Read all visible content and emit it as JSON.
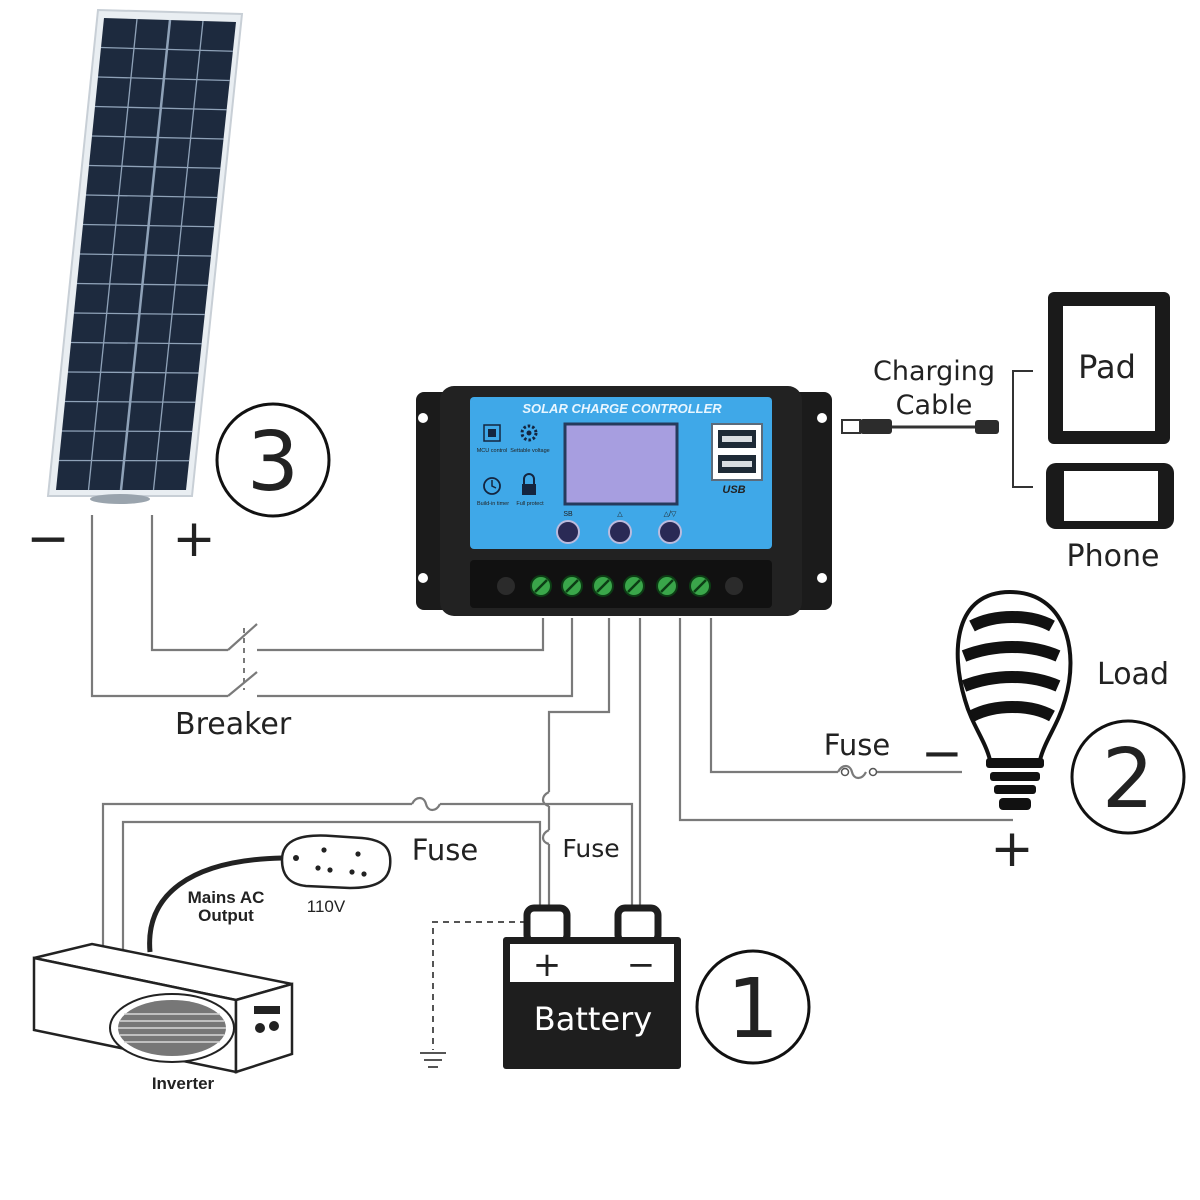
{
  "colors": {
    "wire": "#7a7a7a",
    "controller_body": "#1b1b1b",
    "controller_face": "#3fa8e8",
    "terminal": "#3aa64a",
    "solar_cell": "#1d2a3e",
    "battery": "#1e1e1e"
  },
  "icons": {
    "mcu": "chip-icon",
    "settable": "gear-icon",
    "timer": "clock-icon",
    "protect": "lock-icon"
  },
  "controller": {
    "title": "SOLAR CHARGE CONTROLLER",
    "icon_labels": {
      "mcu": "MCU control",
      "settable": "Settable voltage",
      "timer": "Build-in timer",
      "protect": "Full protect"
    },
    "buttons": [
      "SB",
      "△",
      "△/▽"
    ],
    "usb_label": "USB"
  },
  "labels": {
    "marker_1": "1",
    "marker_2": "2",
    "marker_3": "3",
    "panel_minus": "−",
    "panel_plus": "+",
    "breaker": "Breaker",
    "charging_cable_line1": "Charging",
    "charging_cable_line2": "Cable",
    "pad": "Pad",
    "phone": "Phone",
    "load": "Load",
    "load_fuse": "Fuse",
    "load_minus": "−",
    "load_plus": "+",
    "inverter_fuse": "Fuse",
    "battery_fuse": "Fuse",
    "mains_line1": "Mains AC",
    "mains_line2": "Output",
    "voltage": "110V",
    "battery": "Battery",
    "battery_plus": "+",
    "battery_minus": "−",
    "inverter": "Inverter"
  }
}
